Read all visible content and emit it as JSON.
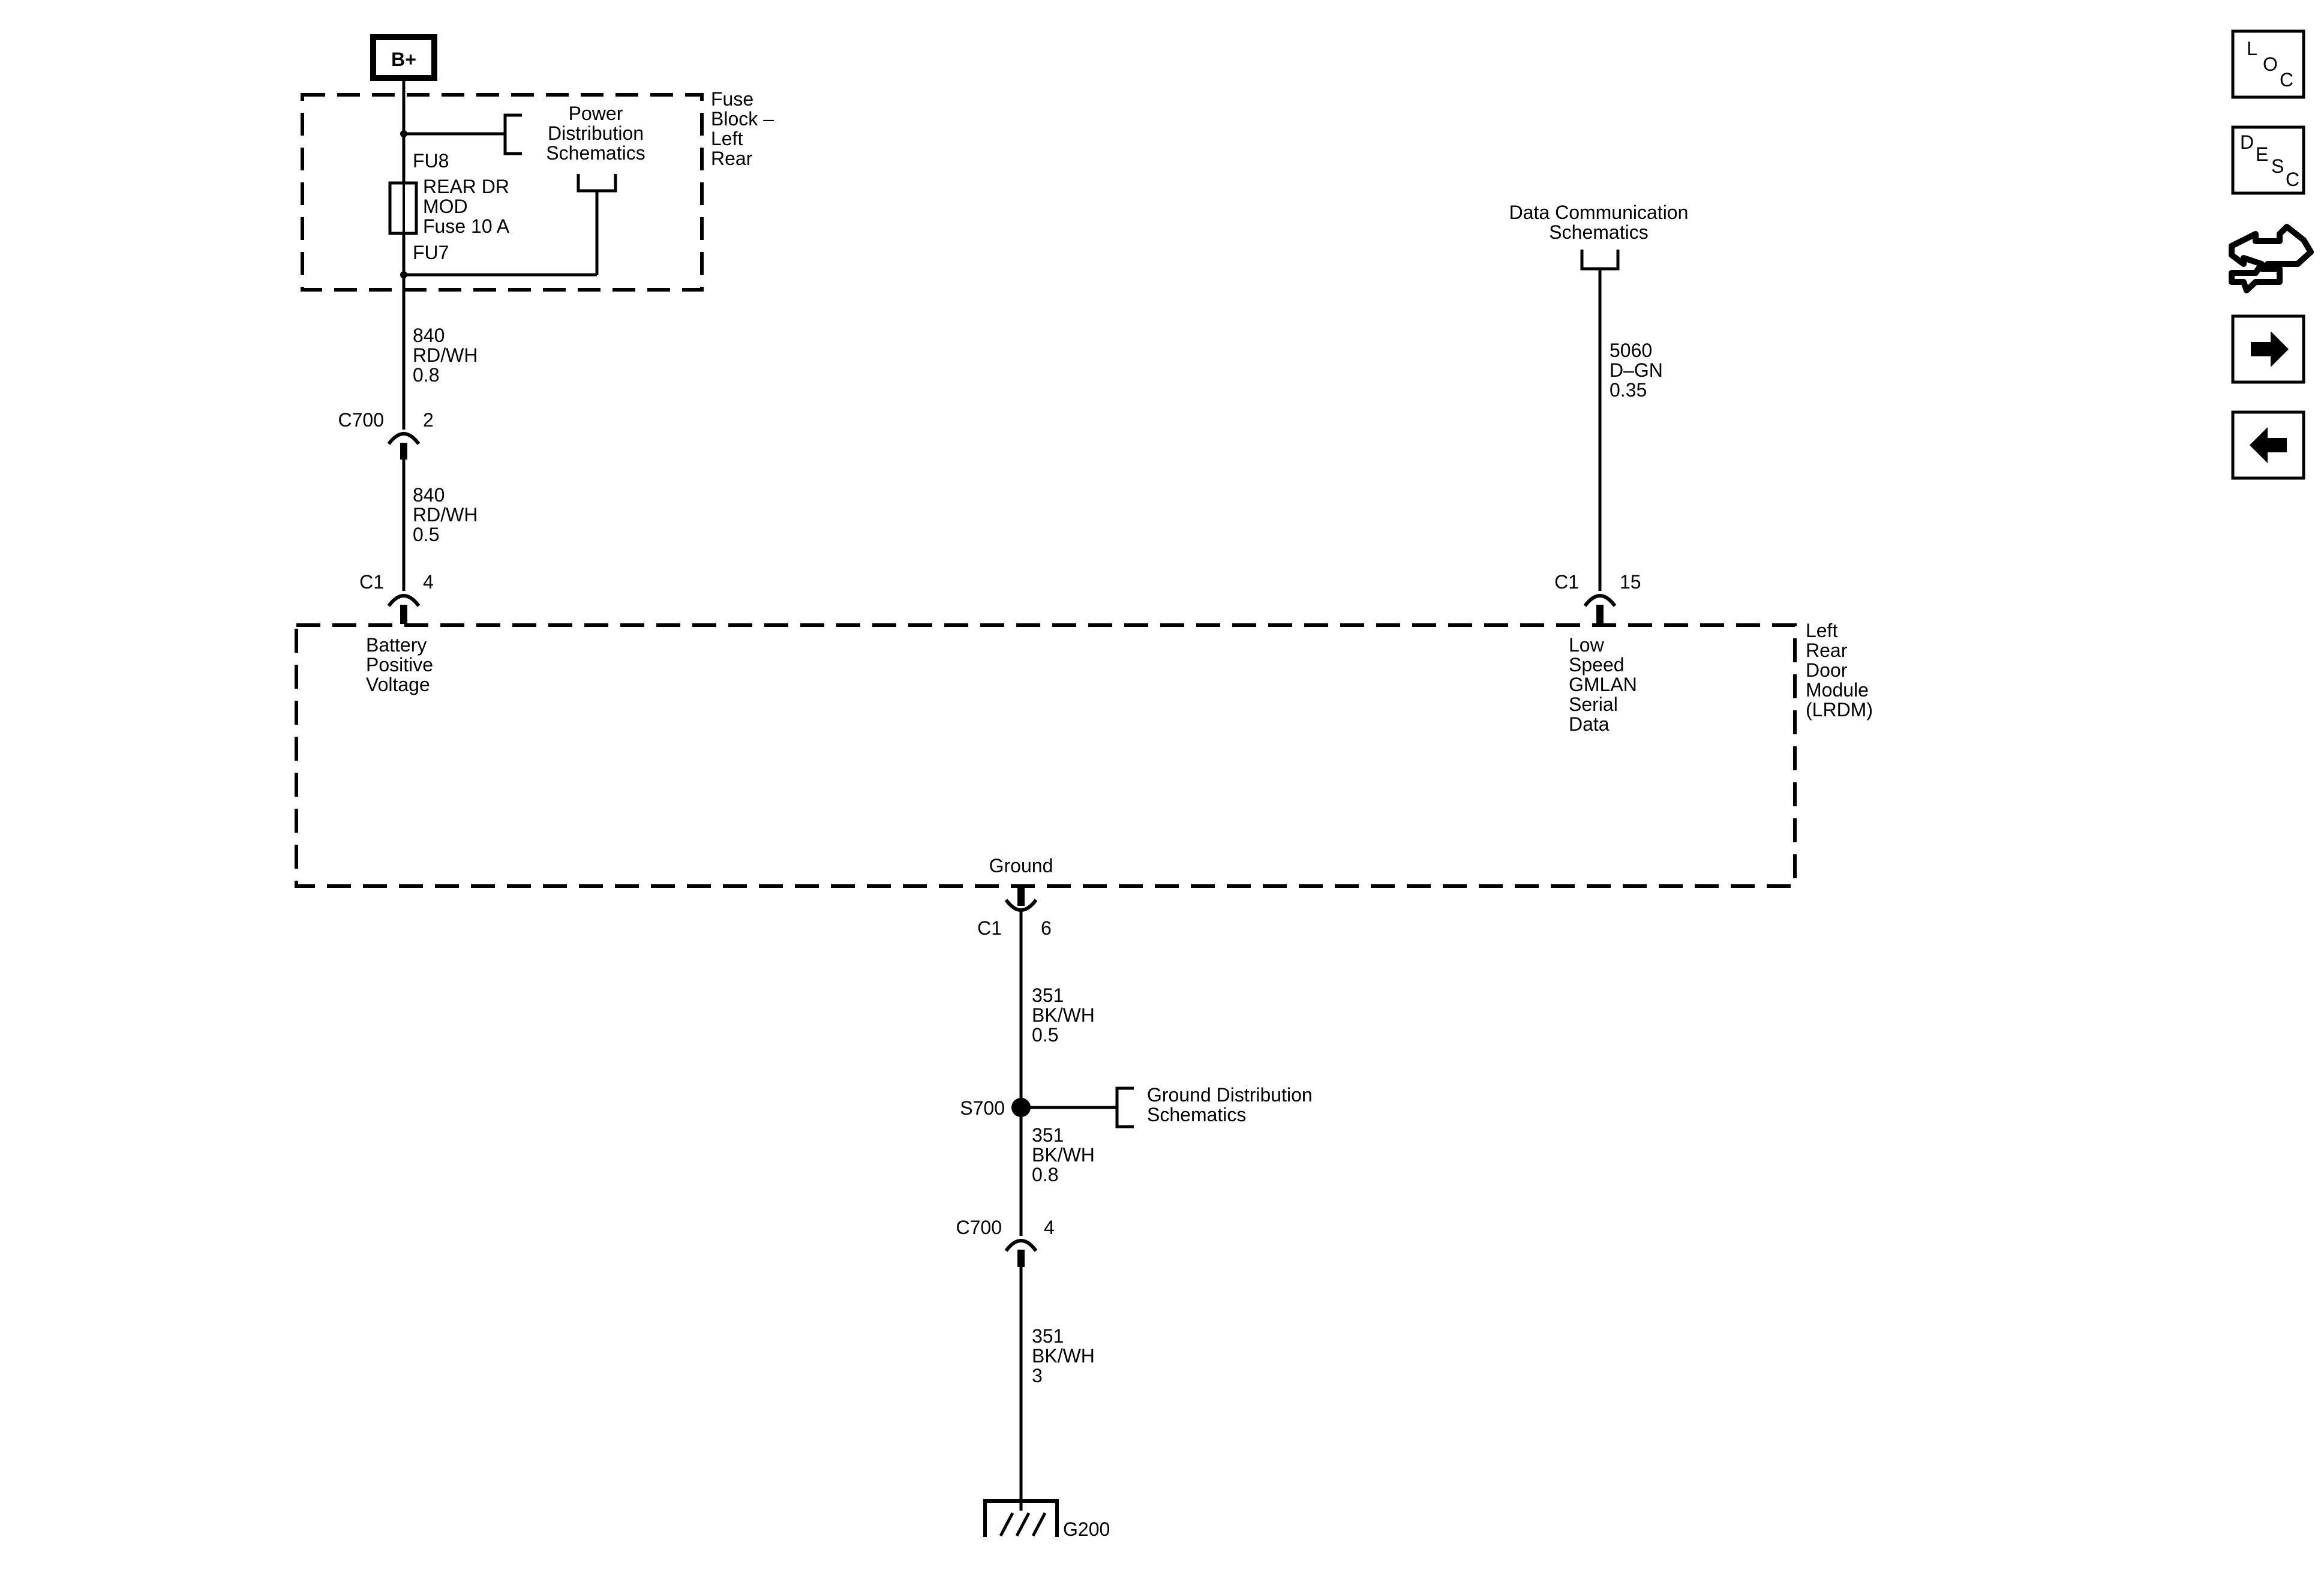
{
  "supply": {
    "label": "B+"
  },
  "fuse_block": {
    "name_lines": [
      "Fuse",
      "Block –",
      "Left",
      "Rear"
    ],
    "upper_terminal": "FU8",
    "lower_terminal": "FU7",
    "fuse_lines": [
      "REAR DR",
      "MOD",
      "Fuse 10 A"
    ]
  },
  "power_ref": {
    "lines": [
      "Power",
      "Distribution",
      "Schematics"
    ]
  },
  "data_ref": {
    "lines": [
      "Data Communication",
      "Schematics"
    ]
  },
  "ground_ref": {
    "lines": [
      "Ground Distribution",
      "Schematics"
    ]
  },
  "wires": {
    "w840_upper": [
      "840",
      "RD/WH",
      "0.8"
    ],
    "w840_lower": [
      "840",
      "RD/WH",
      "0.5"
    ],
    "w5060": [
      "5060",
      "D–GN",
      "0.35"
    ],
    "w351_a": [
      "351",
      "BK/WH",
      "0.5"
    ],
    "w351_b": [
      "351",
      "BK/WH",
      "0.8"
    ],
    "w351_c": [
      "351",
      "BK/WH",
      "3"
    ]
  },
  "connectors": {
    "c700_top": {
      "name": "C700",
      "pin": "2"
    },
    "c1_batt": {
      "name": "C1",
      "pin": "4"
    },
    "c1_data": {
      "name": "C1",
      "pin": "15"
    },
    "c1_gnd": {
      "name": "C1",
      "pin": "6"
    },
    "c700_bottom": {
      "name": "C700",
      "pin": "4"
    }
  },
  "module": {
    "name_lines": [
      "Left",
      "Rear",
      "Door",
      "Module",
      "(LRDM)"
    ],
    "battery_pin_lines": [
      "Battery",
      "Positive",
      "Voltage"
    ],
    "data_pin_lines": [
      "Low",
      "Speed",
      "GMLAN",
      "Serial",
      "Data"
    ],
    "ground_pin_label": "Ground"
  },
  "splice": {
    "label": "S700"
  },
  "ground_point": {
    "label": "G200"
  },
  "nav": {
    "loc": [
      "L",
      "O",
      "C"
    ],
    "desc": [
      "D",
      "E",
      "S",
      "C"
    ],
    "icons": [
      "components-icon",
      "forward-arrow-icon",
      "back-arrow-icon"
    ]
  }
}
